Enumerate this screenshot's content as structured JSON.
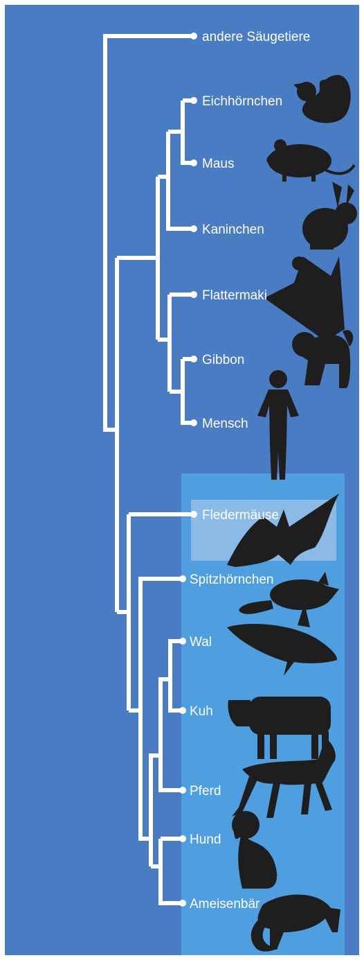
{
  "colors": {
    "background": "#4a7cc4",
    "highlight_box": "#4f9fe0",
    "bat_box": "#9fc3ea",
    "tree_lines": "#ffffff",
    "silhouettes": "#1e1e1e",
    "labels": "#ffffff"
  },
  "taxa": {
    "andere": "andere Säugetiere",
    "eichhoernchen": "Eichhörnchen",
    "maus": "Maus",
    "kaninchen": "Kaninchen",
    "flattermaki": "Flattermaki",
    "gibbon": "Gibbon",
    "mensch": "Mensch",
    "fledermaeuse": "Fledermäuse",
    "spitzhoernchen": "Spitzhörnchen",
    "wal": "Wal",
    "kuh": "Kuh",
    "pferd": "Pferd",
    "hund": "Hund",
    "ameisenbaer": "Ameisenbär"
  },
  "silhouettes": {
    "eichhoernchen": "squirrel-silhouette",
    "maus": "mouse-silhouette",
    "kaninchen": "rabbit-silhouette",
    "flattermaki": "colugo-silhouette",
    "gibbon": "gibbon-silhouette",
    "mensch": "human-silhouette",
    "fledermaeuse": "bat-silhouette",
    "spitzhoernchen": "treeshrew-silhouette",
    "wal": "whale-silhouette",
    "kuh": "cow-silhouette",
    "pferd": "horse-silhouette",
    "hund": "dog-silhouette",
    "ameisenbaer": "anteater-silhouette"
  }
}
